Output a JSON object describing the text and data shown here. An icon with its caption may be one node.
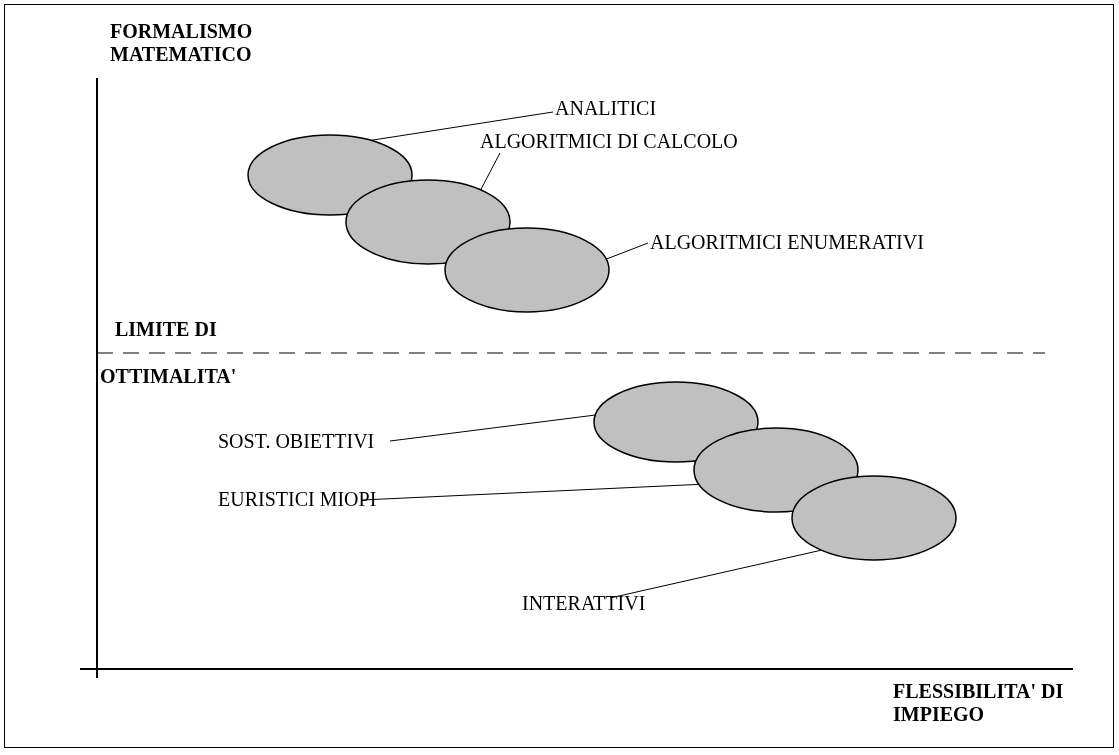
{
  "diagram": {
    "nodes": [
      {
        "text": [
          "ANALITICI"
        ]
      },
      {
        "text": [],
        "shape": "ellipse"
      },
      {
        "text": [
          "ALGORITMICI DI CALCOLO"
        ]
      },
      {
        "text": [],
        "shape": "ellipse"
      },
      {
        "text": [
          "ALGORITMICI ENUMERATIVI"
        ]
      },
      {
        "text": [],
        "shape": "ellipse"
      },
      {
        "text": [
          "SOST. OBIETTIVI"
        ]
      },
      {
        "text": [],
        "shape": "ellipse"
      },
      {
        "text": [
          "EURISTICI MIOPI"
        ]
      },
      {
        "text": [],
        "shape": "ellipse"
      },
      {
        "text": [
          "INTERATTIVI"
        ]
      },
      {
        "text": [],
        "shape": "ellipse"
      }
    ],
    "edges": [
      {
        "from": 0,
        "to": 1,
        "arrow": "none"
      },
      {
        "from": 2,
        "to": 3,
        "arrow": "none"
      },
      {
        "from": 4,
        "to": 5,
        "arrow": "none"
      },
      {
        "from": 6,
        "to": 7,
        "arrow": "none"
      },
      {
        "from": 8,
        "to": 9,
        "arrow": "none"
      },
      {
        "from": 10,
        "to": 11,
        "arrow": "none"
      }
    ],
    "labels": [
      "FORMALISMO MATEMATICO",
      "LIMITE DI",
      "OTTIMALITA'",
      "FLESSIBILITA' DI IMPIEGO"
    ]
  }
}
